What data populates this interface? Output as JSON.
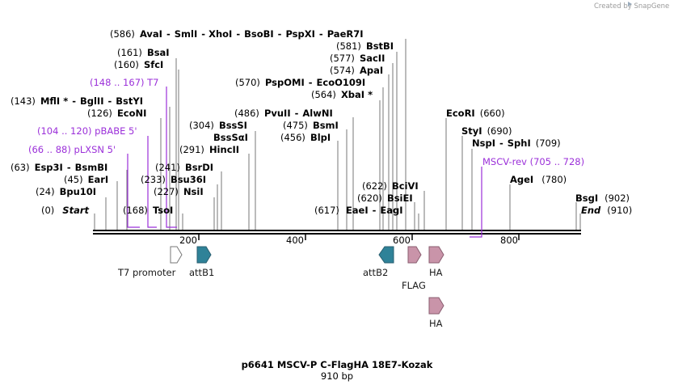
{
  "watermark": "Created by SnapGene",
  "title": "p6641 MSCV-P C-FlagHA 18E7-Kozak",
  "subtitle": "910 bp",
  "axis_ticks": [
    "200",
    "400",
    "600",
    "800"
  ],
  "enzymes": {
    "row0": [
      "(586)",
      "AvaI",
      "-",
      "SmlI",
      "-",
      "XhoI",
      "-",
      "BsoBI",
      "-",
      "PspXI",
      "-",
      "PaeR7I"
    ],
    "bsai": [
      "(161)",
      "BsaI"
    ],
    "sfci": [
      "(160)",
      "SfcI"
    ],
    "mfli": [
      "(143)",
      "MflI *",
      "-",
      "BglII",
      "-",
      "BstYI"
    ],
    "econi": [
      "(126)",
      "EcoNI"
    ],
    "esp3i": [
      "(63)",
      "Esp3I",
      "-",
      "BsmBI"
    ],
    "eari": [
      "(45)",
      "EarI"
    ],
    "bpu10i": [
      "(24)",
      "Bpu10I"
    ],
    "start": [
      "(0)",
      "Start"
    ],
    "tsoi": [
      "(168)",
      "TsoI"
    ],
    "nsii": [
      "(227)",
      "NsiI"
    ],
    "bsu36i": [
      "(233)",
      "Bsu36I"
    ],
    "bsrdi": [
      "(241)",
      "BsrDI"
    ],
    "hincii": [
      "(291)",
      "HincII"
    ],
    "bsssi": [
      "(304)",
      "BssSI"
    ],
    "bsssai": [
      "BssSαI"
    ],
    "pvuii": [
      "(486)",
      "PvuII",
      "-",
      "AlwNI"
    ],
    "bsmi": [
      "(475)",
      "BsmI"
    ],
    "blpi": [
      "(456)",
      "BlpI"
    ],
    "pspomi": [
      "(570)",
      "PspOMI",
      "-",
      "EcoO109I"
    ],
    "xbai": [
      "(564)",
      "XbaI *"
    ],
    "bstbi": [
      "(581)",
      "BstBI"
    ],
    "sacii": [
      "(577)",
      "SacII"
    ],
    "apai": [
      "(574)",
      "ApaI"
    ],
    "bcivi": [
      "(622)",
      "BciVI"
    ],
    "bsiei": [
      "(620)",
      "BsiEI"
    ],
    "eaei": [
      "(617)",
      "EaeI",
      "-",
      "EagI"
    ],
    "ecori": [
      "EcoRI",
      "(660)"
    ],
    "styi": [
      "StyI",
      "(690)"
    ],
    "nspi": [
      "NspI",
      "-",
      "SphI",
      "(709)"
    ],
    "agei": [
      "AgeI",
      "(780)"
    ],
    "bsgi": [
      "BsgI",
      "(902)"
    ],
    "end": [
      "End",
      "(910)"
    ]
  },
  "primers": {
    "t7": "(148 .. 167)  T7",
    "pbabe": "(104 .. 120)  pBABE 5'",
    "plxsn": "(66 .. 88)  pLXSN 5'",
    "mscv": "MSCV-rev   (705 .. 728)"
  },
  "features": {
    "t7_promoter": "T7 promoter",
    "attb1": "attB1",
    "attb2": "attB2",
    "flag": "FLAG",
    "ha1": "HA",
    "ha2": "HA"
  },
  "colors": {
    "primer": "#9b30d9",
    "attb": "#2f8298",
    "tag": "#c994a9",
    "promoter": "#ffffff",
    "backbone": "#000000"
  }
}
